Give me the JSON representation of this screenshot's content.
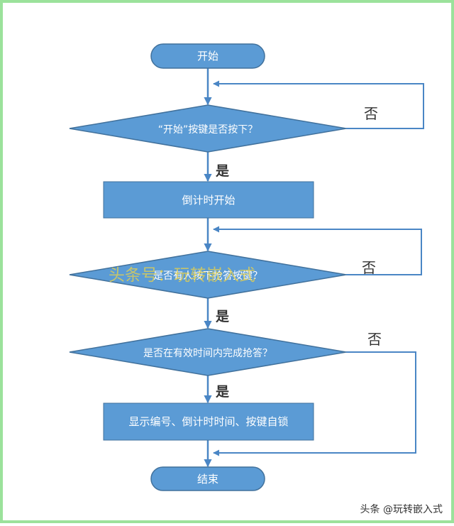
{
  "colors": {
    "frame": "#9be29b",
    "shape_fill": "#5b9bd5",
    "shape_stroke": "#41719c",
    "arrow": "#4a86c5",
    "text_light": "#ffffff",
    "text_dark": "#333333",
    "watermark": "#e8d24a"
  },
  "nodes": {
    "start": "开始",
    "decision_start": "“开始”按键是否按下？",
    "countdown": "倒计时开始",
    "decision_pressed": "是否有人按下抢答按键？",
    "decision_in_time": "是否在有效时间内完成抢答？",
    "display": "显示编号、倒计时时间、按键自锁",
    "end": "结束"
  },
  "branch_labels": {
    "yes_1": "是",
    "yes_2": "是",
    "yes_3": "是",
    "no_1": "否",
    "no_2": "否",
    "no_3": "否"
  },
  "watermark": {
    "overlay": "头条号：玩转嵌入式",
    "credit": "头条 @玩转嵌入式"
  }
}
